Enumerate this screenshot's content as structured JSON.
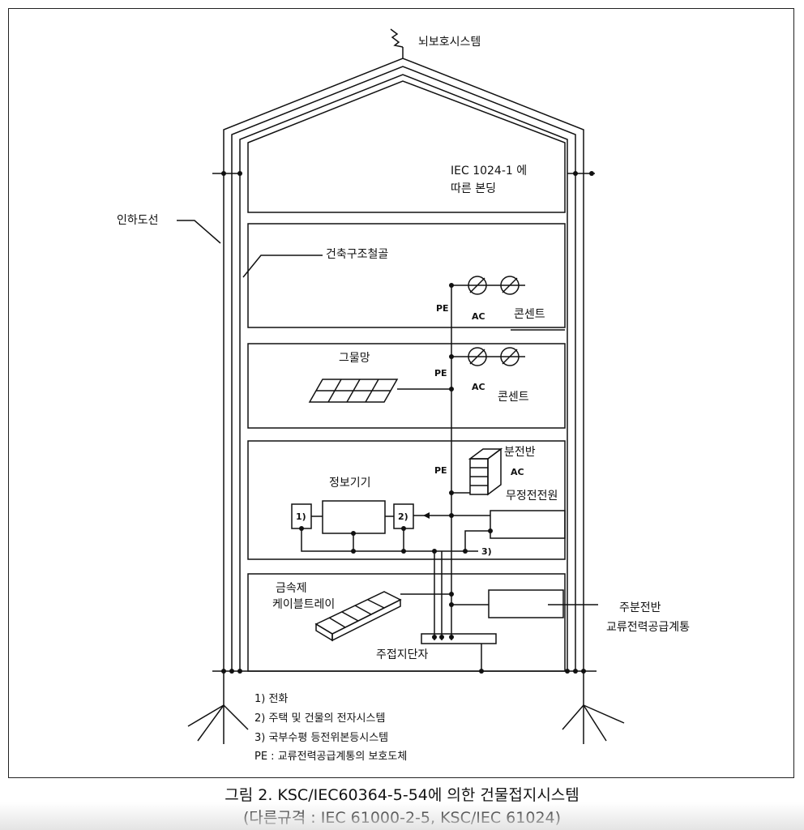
{
  "labels": {
    "lightning": "뇌보호시스템",
    "iec_line1": "IEC 1024-1 에",
    "iec_line2": "따른 본딩",
    "down_conductor": "인하도선",
    "steel_frame": "건축구조철골",
    "pe1": "PE",
    "ac1": "AC",
    "outlet1": "콘센트",
    "mesh": "그물망",
    "pe2": "PE",
    "ac2": "AC",
    "outlet2": "콘센트",
    "panel": "분전반",
    "ac3": "AC",
    "pe3": "PE",
    "info_equipment": "정보기기",
    "ups": "무정전전원",
    "box1": "1)",
    "box2": "2)",
    "mark3": "3)",
    "cable_tray_line1": "금속제",
    "cable_tray_line2": "케이블트레이",
    "main_panel": "주분전반",
    "ac_supply": "교류전력공급계통",
    "main_terminal": "주접지단자"
  },
  "notes": [
    "1) 전화",
    "2) 주택 및 건물의 전자시스템",
    "3) 국부수평 등전위본등시스템",
    "PE : 교류전력공급계통의 보호도체"
  ],
  "caption": {
    "line1": "그림 2. KSC/IEC60364-5-54에 의한 건물접지시스템",
    "line2": "(다른규격 : IEC 61000-2-5, KSC/IEC 61024)"
  }
}
